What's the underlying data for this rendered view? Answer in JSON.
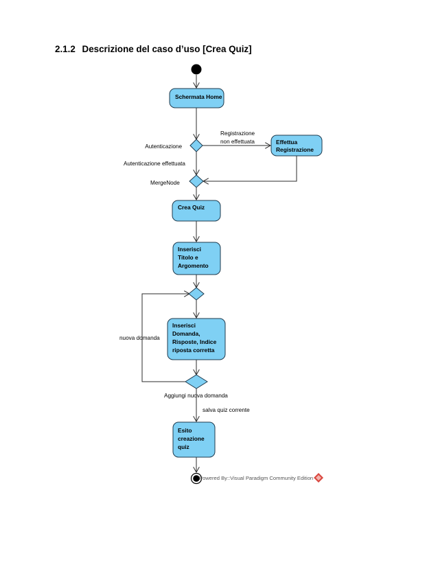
{
  "heading": {
    "number": "2.1.2",
    "title": "Descrizione del caso d’uso [Crea Quiz]"
  },
  "colors": {
    "node_fill": "#7fd0f4",
    "node_stroke": "#1f3a4d",
    "edge": "#2b2b2b",
    "watermark_logo": "#d9473f"
  },
  "nodes": {
    "home": {
      "lines": [
        "Schermata Home"
      ]
    },
    "effettua": {
      "lines": [
        "Effettua",
        "Registrazione"
      ]
    },
    "crea": {
      "lines": [
        "Crea Quiz"
      ]
    },
    "titolo": {
      "lines": [
        "Inserisci",
        "Titolo e",
        "Argomento"
      ]
    },
    "domanda": {
      "lines": [
        "Inserisci",
        "Domanda,",
        "Risposte, Indice",
        "riposta corretta"
      ]
    },
    "esito": {
      "lines": [
        "Esito",
        "creazione",
        "quiz"
      ]
    }
  },
  "labels": {
    "registrazione": [
      "Registrazione",
      "non effettuata"
    ],
    "autenticazione": "Autenticazione",
    "autenticazione_effettuata": "Autenticazione effettuata",
    "merge": "MergeNode",
    "nuova_domanda": "nuova domanda",
    "aggiungi": "Aggiungi nuova domanda",
    "salva": "salva quiz corrente"
  },
  "watermark": "Powered By::Visual Paradigm Community Edition"
}
